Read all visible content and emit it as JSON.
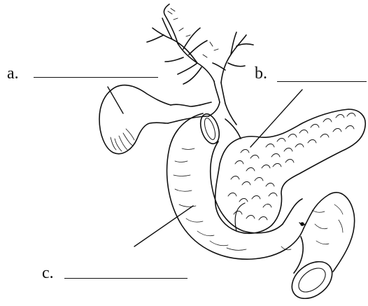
{
  "figure": {
    "labels": [
      {
        "letter": "a."
      },
      {
        "letter": "b."
      },
      {
        "letter": "c."
      }
    ],
    "colors": {
      "ink": "#111111",
      "paper": "#ffffff"
    }
  }
}
